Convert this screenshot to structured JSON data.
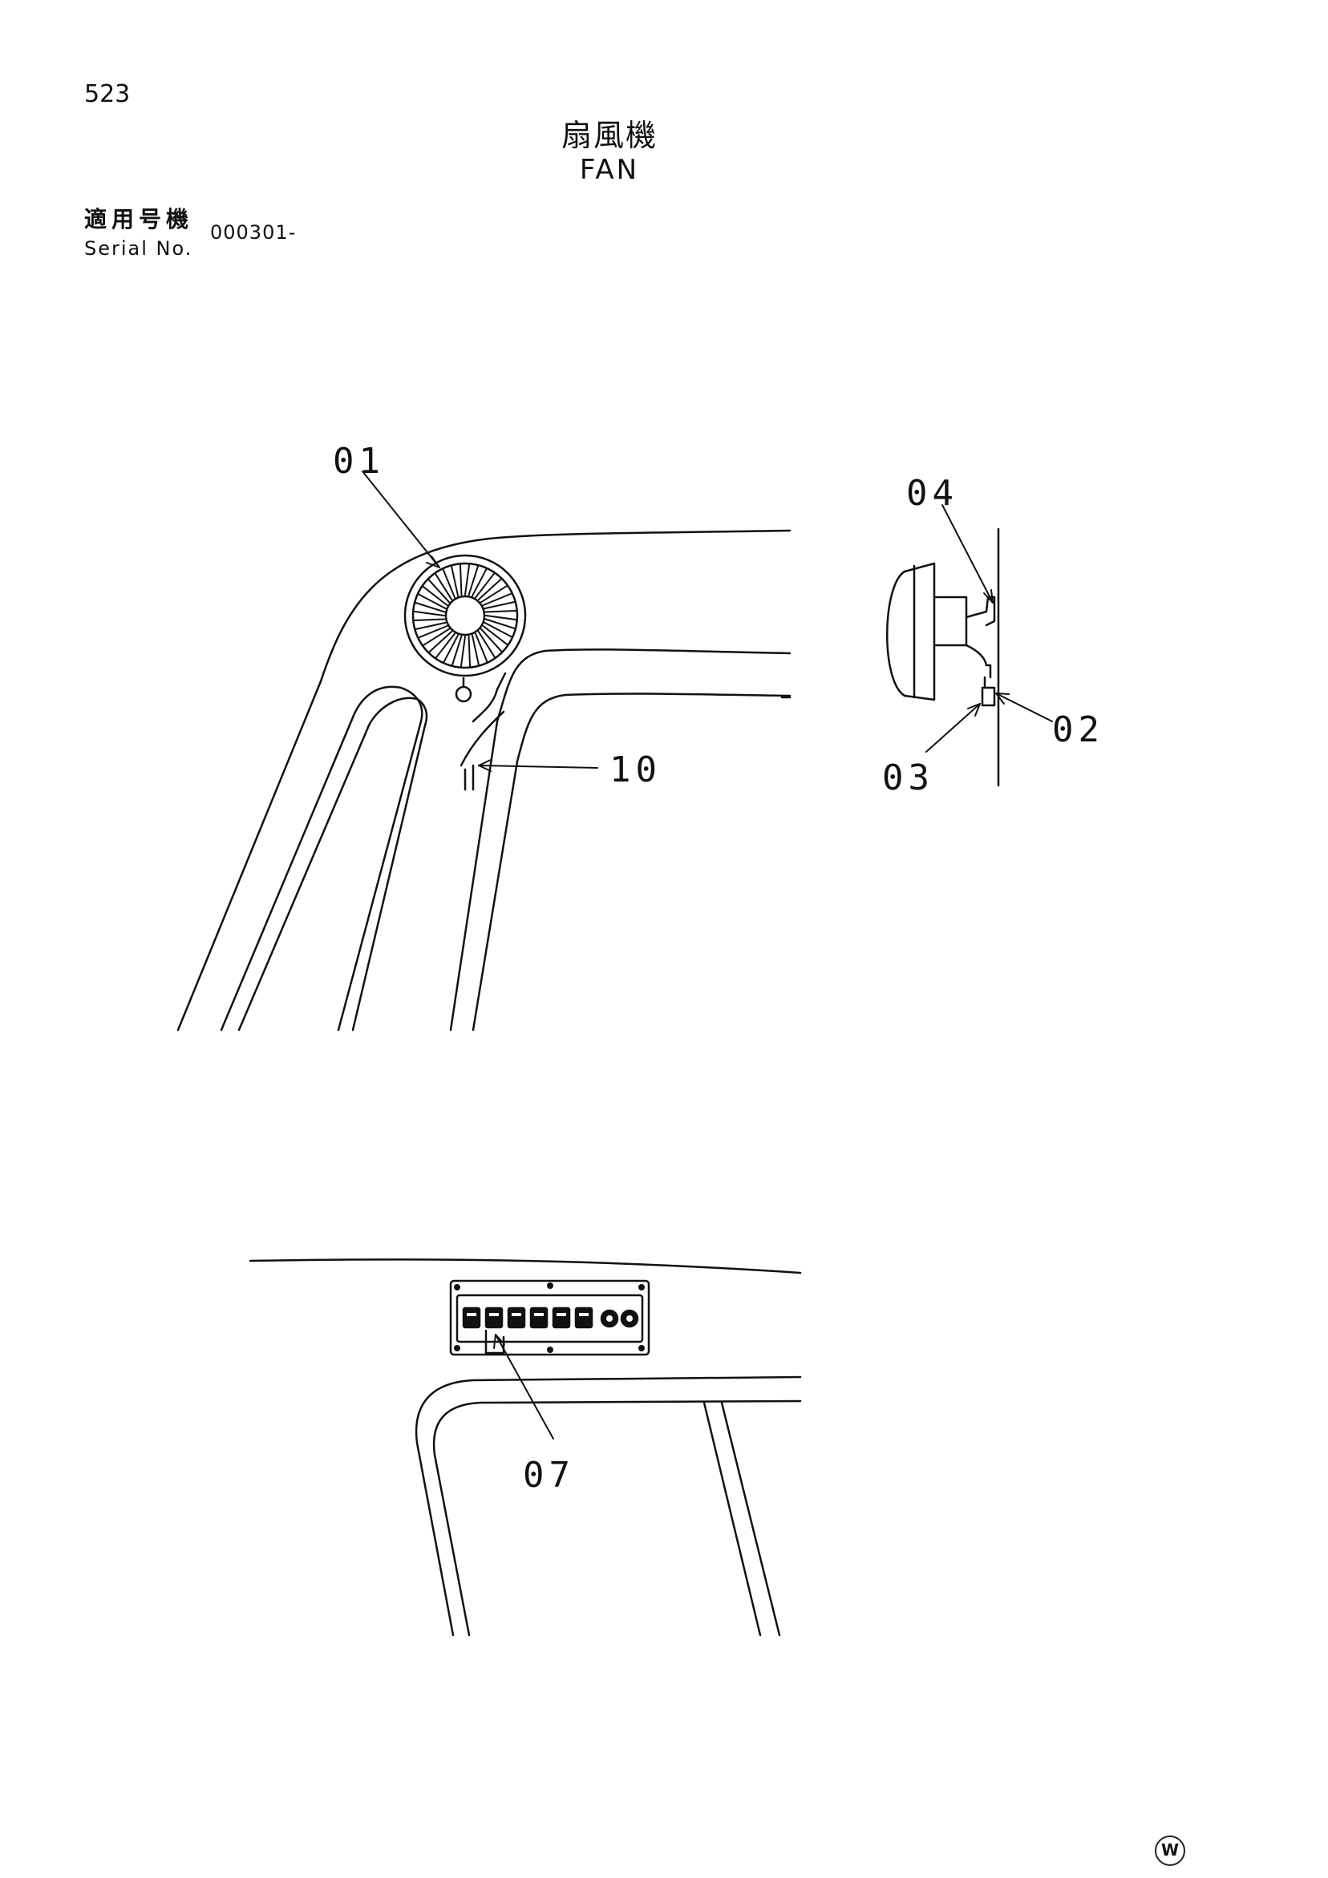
{
  "page": {
    "number": "523",
    "title_jp": "扇風機",
    "title_en": "FAN",
    "serial_label_jp": "適用号機",
    "serial_label_en": "Serial No.",
    "serial_value": "000301-",
    "watermark": "W"
  },
  "callouts": {
    "c01": "01",
    "c02": "02",
    "c03": "03",
    "c04": "04",
    "c07": "07",
    "c10": "10"
  }
}
